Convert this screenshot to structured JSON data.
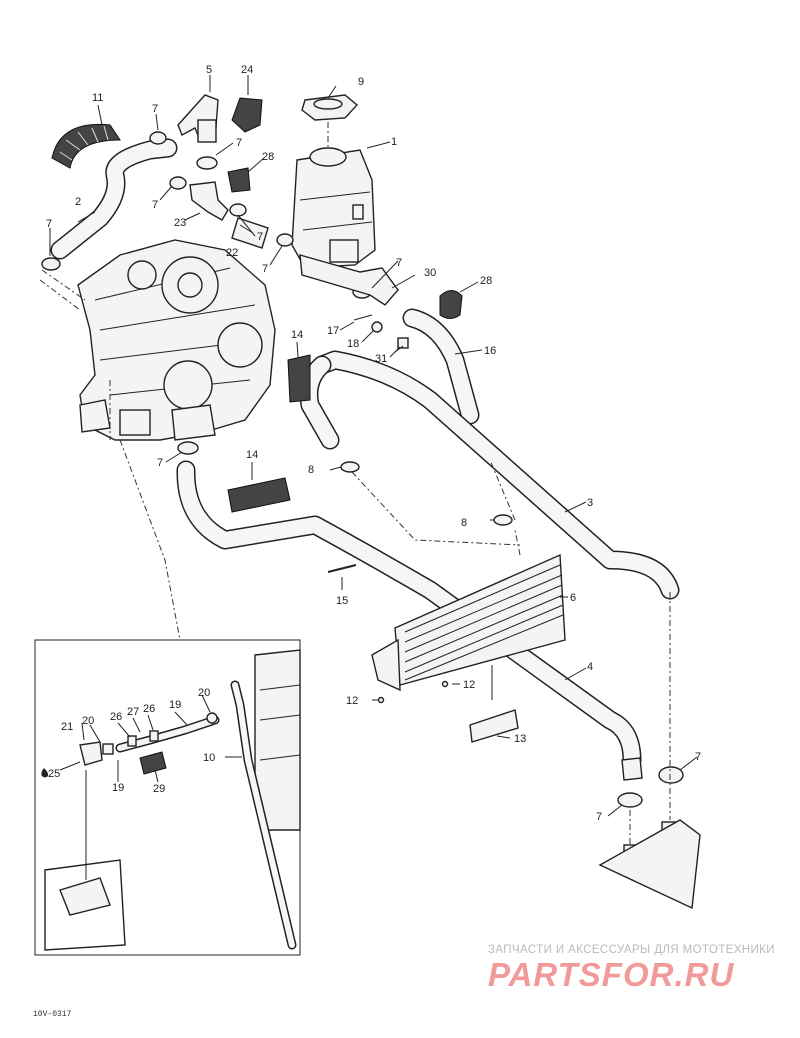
{
  "callouts": [
    "1",
    "2",
    "3",
    "4",
    "5",
    "6",
    "7",
    "8",
    "9",
    "10",
    "11",
    "12",
    "13",
    "14",
    "15",
    "16",
    "17",
    "18",
    "19",
    "20",
    "21",
    "22",
    "23",
    "24",
    "25",
    "26",
    "27",
    "28",
    "29",
    "30",
    "31"
  ],
  "labels": {
    "n1": "1",
    "n2": "2",
    "n3": "3",
    "n4": "4",
    "n5": "5",
    "n6": "6",
    "n7a": "7",
    "n7b": "7",
    "n7c": "7",
    "n7d": "7",
    "n7e": "7",
    "n7f": "7",
    "n7g": "7",
    "n7h": "7",
    "n7i": "7",
    "n7j": "7",
    "n8a": "8",
    "n8b": "8",
    "n9": "9",
    "n10": "10",
    "n11": "11",
    "n12a": "12",
    "n12b": "12",
    "n13": "13",
    "n14a": "14",
    "n14b": "14",
    "n15": "15",
    "n16": "16",
    "n17": "17",
    "n18": "18",
    "n19a": "19",
    "n19b": "19",
    "n20a": "20",
    "n20b": "20",
    "n21": "21",
    "n22": "22",
    "n23": "23",
    "n24": "24",
    "n25": "25",
    "n26": "26",
    "n27": "27",
    "n28a": "28",
    "n28b": "28",
    "n29": "29",
    "n30": "30",
    "n31": "31"
  },
  "drawing_code": "10V-0317",
  "watermark": {
    "top_text": "ЗАПЧАСТИ И АКСЕССУАРЫ ДЛЯ МОТОТЕХНИКИ",
    "logo_text": "PARTSFOR.RU"
  },
  "colors": {
    "line": "#222222",
    "watermark_gray": "#b9b9b9",
    "watermark_red": "#f29a9a"
  }
}
